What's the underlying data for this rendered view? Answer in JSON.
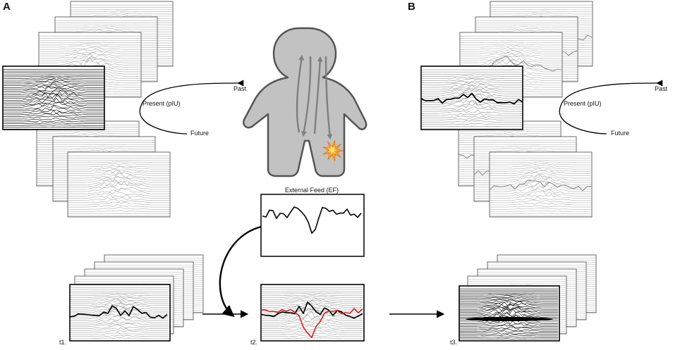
{
  "panels": {
    "a": "A",
    "b": "B"
  },
  "time_labels": {
    "past": "Past",
    "present": "Present (pIU)",
    "future": "Future"
  },
  "external_feed": {
    "title": "External Feed (EF)"
  },
  "steps": {
    "t1": "t1.",
    "t2": "t2.",
    "t3": "t3."
  },
  "colors": {
    "ink": "#000000",
    "faint_ink": "#9a9a9a",
    "body_fill": "#c2c2c2",
    "body_stroke": "#555555",
    "arrow_fill": "#7f7f7f",
    "signal_red": "#d61f26",
    "pain_orange": "#f7a12b",
    "pain_yellow": "#fde36a"
  }
}
